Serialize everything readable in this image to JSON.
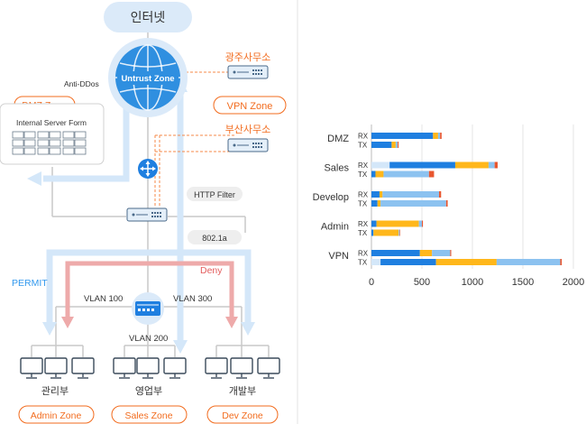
{
  "network": {
    "internet": "인터넷",
    "untrust_zone": "Untrust Zone",
    "anti_ddos": "Anti-DDos",
    "dmz_zone": "DMZ Zone",
    "internal_server_form": "Internal Server Form",
    "gwangju_office": "광주사무소",
    "vpn_zone": "VPN Zone",
    "busan_office": "부산사무소",
    "http_filter": "HTTP Filter",
    "dot1x": "802.1a",
    "permit": "PERMIT",
    "deny": "Deny",
    "vlan100": "VLAN 100",
    "vlan300": "VLAN 300",
    "vlan200": "VLAN 200",
    "dept_admin": "관리부",
    "dept_sales": "영업부",
    "dept_dev": "개발부",
    "admin_zone": "Admin Zone",
    "sales_zone": "Sales Zone",
    "dev_zone": "Dev Zone"
  },
  "colors": {
    "zone_orange": "#f26b1d",
    "permit_blue": "#3399ee",
    "deny_red": "#e35d5d",
    "globe_blue": "#2f8fe0",
    "cloud_bg": "#dbeaf9",
    "seg_dark": "#1f7fe0",
    "seg_mid": "#ffb71b",
    "seg_light": "#8cc2f0",
    "seg_red": "#e8562f"
  },
  "chart_data": {
    "type": "bar",
    "orientation": "horizontal",
    "stacked": true,
    "groups": [
      "DMZ",
      "Sales",
      "Develop",
      "Admin",
      "VPN"
    ],
    "subcategories": [
      "RX",
      "TX"
    ],
    "xlim": [
      0,
      2000
    ],
    "xticks": [
      0,
      500,
      1000,
      1500,
      2000
    ],
    "grid": "vertical",
    "legend": "none",
    "bars": [
      {
        "group": "DMZ",
        "sub": "RX",
        "segments": [
          610,
          50,
          20,
          15
        ]
      },
      {
        "group": "DMZ",
        "sub": "TX",
        "segments": [
          200,
          40,
          20,
          10
        ]
      },
      {
        "group": "Sales",
        "sub": "RX",
        "segments": [
          650,
          330,
          60,
          30
        ],
        "lead": 180
      },
      {
        "group": "Sales",
        "sub": "TX",
        "segments": [
          40,
          80,
          450,
          50
        ]
      },
      {
        "group": "Develop",
        "sub": "RX",
        "segments": [
          80,
          30,
          560,
          20
        ]
      },
      {
        "group": "Develop",
        "sub": "TX",
        "segments": [
          60,
          30,
          650,
          15
        ]
      },
      {
        "group": "Admin",
        "sub": "RX",
        "segments": [
          50,
          420,
          30,
          10
        ]
      },
      {
        "group": "Admin",
        "sub": "TX",
        "segments": [
          20,
          250,
          10,
          5
        ]
      },
      {
        "group": "VPN",
        "sub": "RX",
        "segments": [
          480,
          120,
          180,
          10
        ]
      },
      {
        "group": "VPN",
        "sub": "TX",
        "segments": [
          550,
          600,
          630,
          15
        ],
        "lead": 90
      }
    ]
  }
}
